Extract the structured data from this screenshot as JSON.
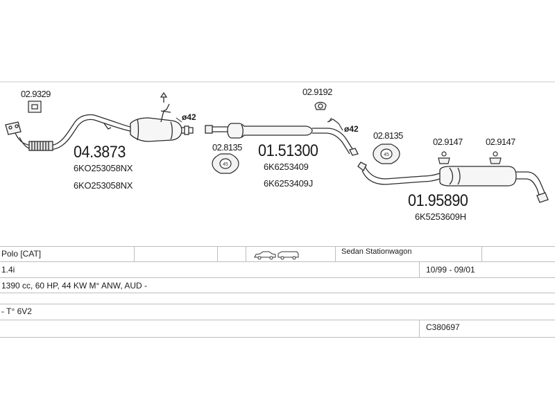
{
  "parts": {
    "clamp_a": "02.9329",
    "catalyst_code": "04.3873",
    "catalyst_oem_1": "6KO253058NX",
    "catalyst_oem_2": "6KO253058NX",
    "diameter_1": "ø42",
    "gasket_1": "02.8135",
    "middle_code": "01.51300",
    "middle_oem_1": "6K6253409",
    "middle_oem_2": "6K6253409J",
    "clamp_b": "02.9192",
    "diameter_2": "ø42",
    "gasket_2": "02.8135",
    "hanger_a": "02.9147",
    "hanger_b": "02.9147",
    "rear_code": "01.95890",
    "rear_oem": "6K5253609H"
  },
  "table": {
    "model": "Polo  [CAT]",
    "body_types": "Sedan  Stationwagon",
    "engine": "1.4i",
    "years": "10/99 - 09/01",
    "spec": "1390 cc, 60 HP, 44 KW M° ANW, AUD -",
    "note": "- T° 6V2",
    "ref": "C380697"
  }
}
